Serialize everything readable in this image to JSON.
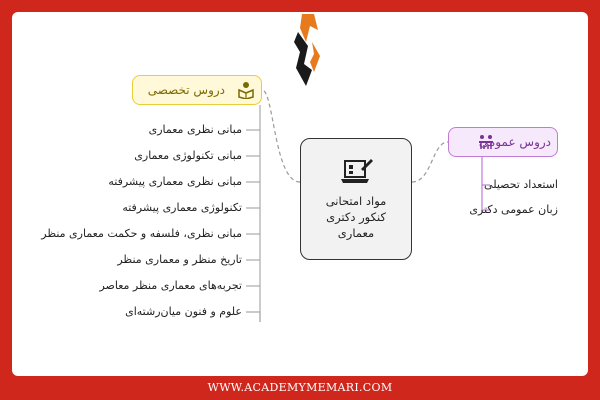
{
  "center": {
    "title": "مواد امتحانی\nکنکور دکتری\nمعماری"
  },
  "specialized": {
    "label": "دروس تخصصی",
    "items": [
      "مبانی نظری معماری",
      "مبانی تکنولوژی معماری",
      "مبانی نظری معماری پیشرفته",
      "تکنولوژی معماری پیشرفته",
      "مبانی نظری، فلسفه و حکمت معماری منظر",
      "تاریخ منظر و معماری منظر",
      "تجربه‌های معماری منظر معاصر",
      "علوم و فنون میان‌رشته‌ای"
    ]
  },
  "general": {
    "label": "دروس عمومی",
    "items": [
      "استعداد تحصیلی",
      "زبان عمومی دکتری"
    ]
  },
  "footer": {
    "website": "WWW.ACADEMYMEMARI.COM"
  },
  "colors": {
    "frame": "#d0271d",
    "specialized_fill": "#fff9d9",
    "specialized_border": "#e8cf3a",
    "general_fill": "#f6e9fb",
    "general_border": "#c07ad6",
    "center_fill": "#f2f2f2"
  },
  "icons": {
    "logo": "academy-logo-icon",
    "center": "exam-laptop-icon",
    "specialized": "book-reader-icon",
    "general": "classroom-icon"
  }
}
